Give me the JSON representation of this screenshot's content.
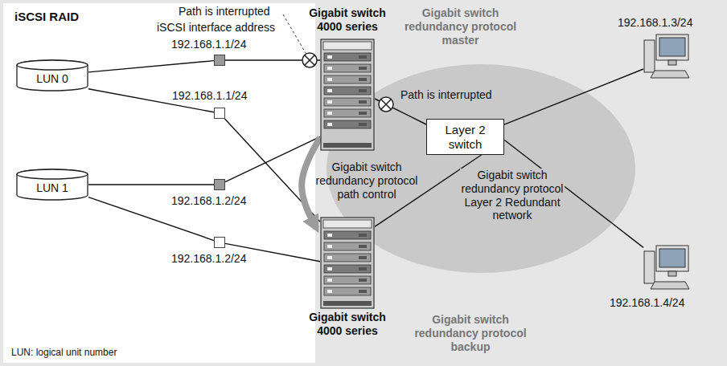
{
  "diagram": {
    "nodes": [
      {
        "text": [
          "iSCSI RAID"
        ]
      },
      {
        "text": [
          "LUN 0"
        ],
        "in": 0
      },
      {
        "text": [
          "192.168.1.1/24"
        ],
        "in": 0
      },
      {
        "text": [
          "192.168.1.1/24"
        ],
        "in": 0
      },
      {
        "text": [
          "LUN 1"
        ],
        "in": 0
      },
      {
        "text": [
          "192.168.1.2/24"
        ],
        "in": 0
      },
      {
        "text": [
          "192.168.1.2/24"
        ],
        "in": 0
      },
      {
        "text": [
          "Gigabit switch 4000 series"
        ]
      },
      {
        "text": [
          "Gigabit switch 4000 series"
        ]
      },
      {
        "text": [
          "Layer 2 switch"
        ]
      },
      {
        "text": [
          "192.168.1.3/24"
        ]
      },
      {
        "text": [
          "192.168.1.4/24"
        ]
      }
    ],
    "edges": [
      {
        "from": 1,
        "to": 2,
        "arrow": "none"
      },
      {
        "from": 1,
        "to": 3,
        "arrow": "none"
      },
      {
        "from": 4,
        "to": 5,
        "arrow": "none"
      },
      {
        "from": 4,
        "to": 6,
        "arrow": "none"
      },
      {
        "from": 2,
        "to": 7,
        "arrow": "none"
      },
      {
        "from": 3,
        "to": 8,
        "arrow": "none"
      },
      {
        "from": 5,
        "to": 7,
        "arrow": "none"
      },
      {
        "from": 6,
        "to": 8,
        "arrow": "none"
      },
      {
        "from": 7,
        "to": 8,
        "label": "Gigabit switch redundancy protocol path control",
        "arrow": "to"
      },
      {
        "from": 7,
        "to": 9,
        "arrow": "none"
      },
      {
        "from": 8,
        "to": 9,
        "arrow": "none"
      },
      {
        "from": 9,
        "to": 10,
        "arrow": "none"
      },
      {
        "from": 9,
        "to": 11,
        "arrow": "none"
      }
    ],
    "labels": [
      "Path is interrupted",
      "iSCSI interface address",
      "Gigabit switch redundancy protocol master",
      "Path is interrupted",
      "Gigabit switch redundancy protocol Layer 2 Redundant network",
      "Gigabit switch redundancy protocol backup",
      "LUN: logical unit number"
    ]
  }
}
